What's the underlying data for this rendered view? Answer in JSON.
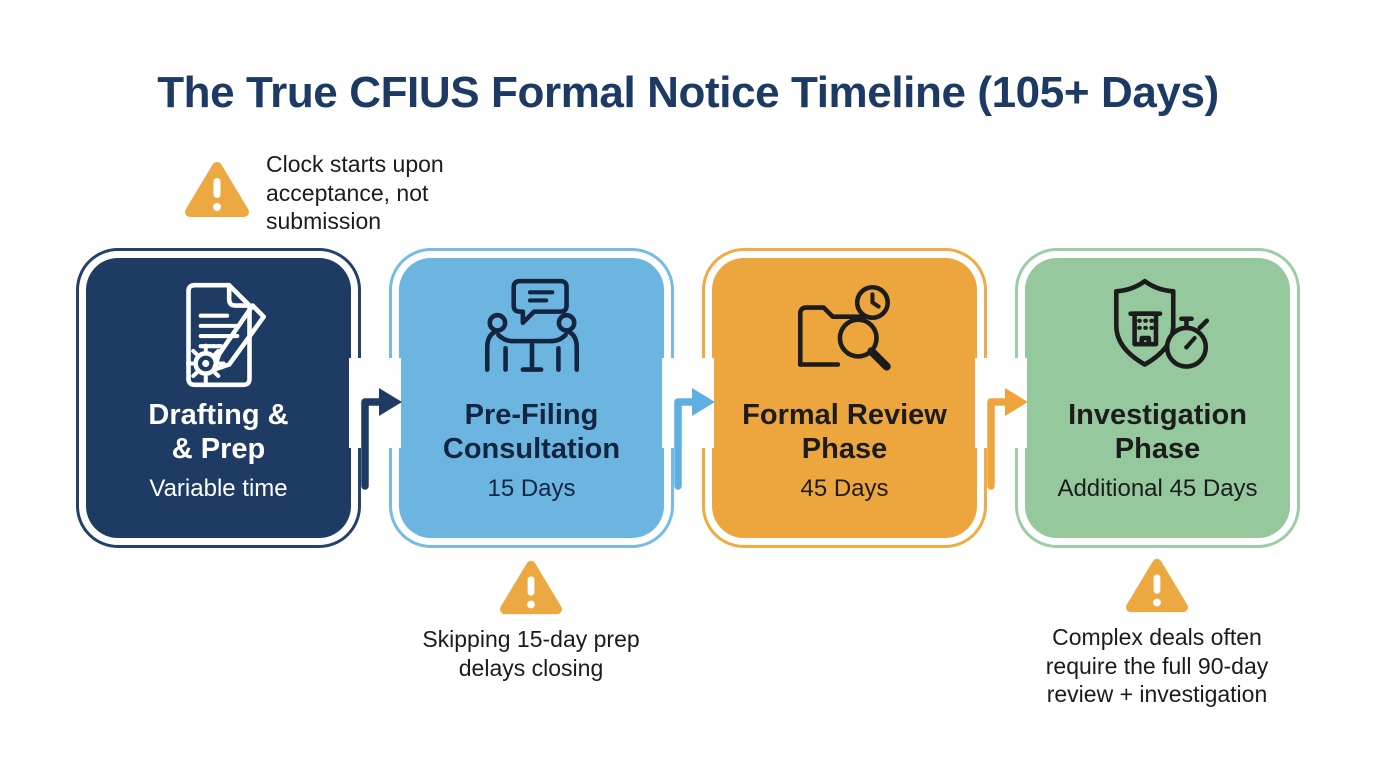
{
  "title": {
    "text": "The True CFIUS Formal Notice Timeline (105+ Days)",
    "color": "#1d3a64"
  },
  "top_warning": {
    "icon": "warning-triangle",
    "icon_color": "#eca841",
    "text_color": "#1b1b1b",
    "lines": [
      "Clock starts upon",
      "acceptance, not",
      "submission"
    ]
  },
  "phases": [
    {
      "title_line1": "Drafting &",
      "title_line2": "& Prep",
      "duration": "Variable time",
      "icon": "document-pen-gear",
      "fill": "#1e3b63",
      "ring": "#24416b",
      "text_color": "#ffffff",
      "icon_color": "#ffffff"
    },
    {
      "title_line1": "Pre-Filing",
      "title_line2": "Consultation",
      "duration": "15 Days",
      "icon": "consultation-meeting",
      "fill": "#6cb5e0",
      "ring": "#74bce6",
      "text_color": "#132540",
      "icon_color": "#132540"
    },
    {
      "title_line1": "Formal Review",
      "title_line2": "Phase",
      "duration": "45 Days",
      "icon": "folder-clock-magnifier",
      "fill": "#eda63d",
      "ring": "#f0ab42",
      "text_color": "#1c1c1c",
      "icon_color": "#1c1c1c"
    },
    {
      "title_line1": "Investigation",
      "title_line2": "Phase",
      "duration": "Additional 45 Days",
      "icon": "shield-building-stopwatch",
      "fill": "#95c89d",
      "ring": "#9dcda4",
      "text_color": "#1c1c1c",
      "icon_color": "#1c1c1c"
    }
  ],
  "arrows": [
    {
      "color": "#1e3b63"
    },
    {
      "color": "#5fb0e0"
    },
    {
      "color": "#f0a43c"
    }
  ],
  "bottom_warnings": [
    {
      "icon": "warning-triangle",
      "icon_color": "#eca841",
      "text_color": "#1b1b1b",
      "lines": [
        "Skipping 15-day prep",
        "delays closing"
      ]
    },
    {
      "icon": "warning-triangle",
      "icon_color": "#eca841",
      "text_color": "#1b1b1b",
      "lines": [
        "Complex deals often",
        "require the full 90-day",
        "review + investigation"
      ]
    }
  ]
}
